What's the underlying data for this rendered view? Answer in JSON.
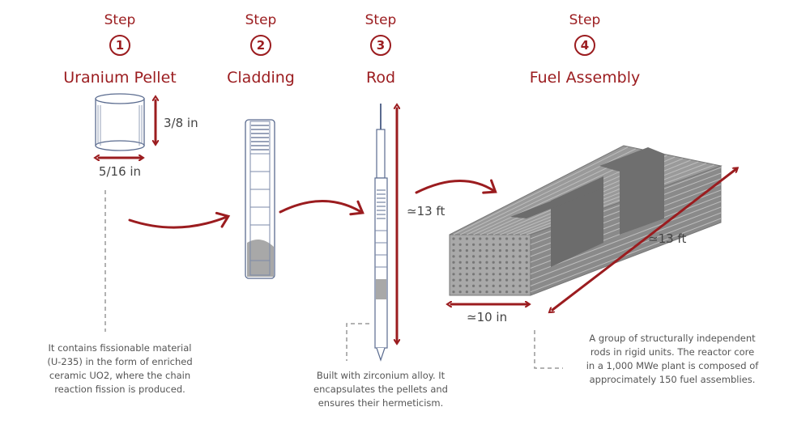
{
  "steps": [
    {
      "step_label": "Step",
      "number": "1",
      "title": "Uranium Pellet",
      "dimensions": [
        "3/8 in",
        "5/16 in"
      ],
      "description": [
        "It contains fissionable material",
        "(U-235) in the form of enriched",
        "ceramic UO2, where the chain",
        "reaction fission is produced."
      ]
    },
    {
      "step_label": "Step",
      "number": "2",
      "title": "Cladding"
    },
    {
      "step_label": "Step",
      "number": "3",
      "title": "Rod",
      "dimensions": [
        "≃13 ft"
      ],
      "description": [
        "Built with zirconium alloy. It",
        "encapsulates the pellets and",
        "ensures their hermeticism."
      ]
    },
    {
      "step_label": "Step",
      "number": "4",
      "title": "Fuel Assembly",
      "dimensions": [
        "≃13 ft",
        "≃10 in"
      ],
      "description": [
        "A group of structurally independent",
        "rods in rigid units. The reactor core",
        "in a 1,000 MWe plant is composed of",
        "approcimately 150 fuel assemblies."
      ]
    }
  ],
  "colors": {
    "accent": "#9b1c1f",
    "outline": "#5a6b8f",
    "fill": "#8a8a8a"
  }
}
